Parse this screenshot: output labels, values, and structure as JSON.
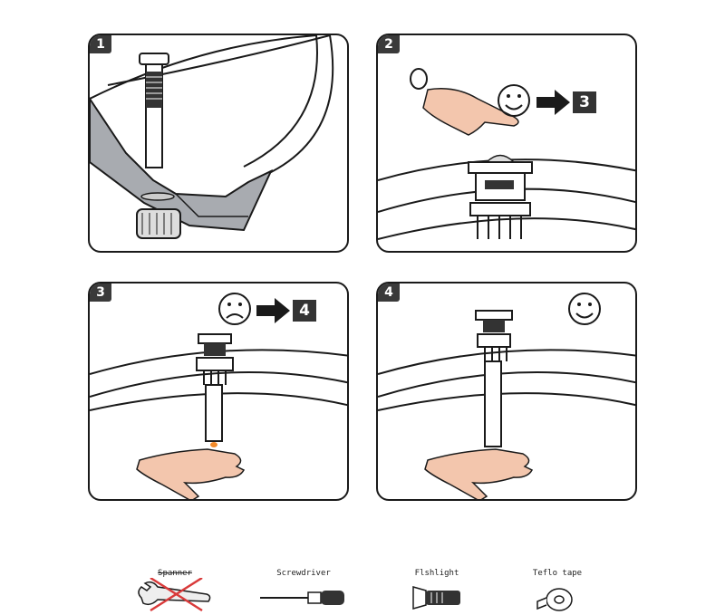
{
  "panels": [
    {
      "number": "1"
    },
    {
      "number": "2",
      "next_step": "3"
    },
    {
      "number": "3",
      "next_step": "4"
    },
    {
      "number": "4"
    }
  ],
  "tools": [
    {
      "label": "Spanner",
      "icon": "spanner-icon",
      "crossed_out": true
    },
    {
      "label": "Screwdriver",
      "icon": "screwdriver-icon"
    },
    {
      "label": "Flshlight",
      "icon": "flashlight-icon"
    },
    {
      "label": "Teflo tape",
      "icon": "tape-icon"
    }
  ],
  "colors": {
    "line": "#1a1a1a",
    "badge": "#3a3a3a",
    "skin": "#f3c6ad",
    "cross": "#d93a3a",
    "drip": "#f28a2a"
  }
}
